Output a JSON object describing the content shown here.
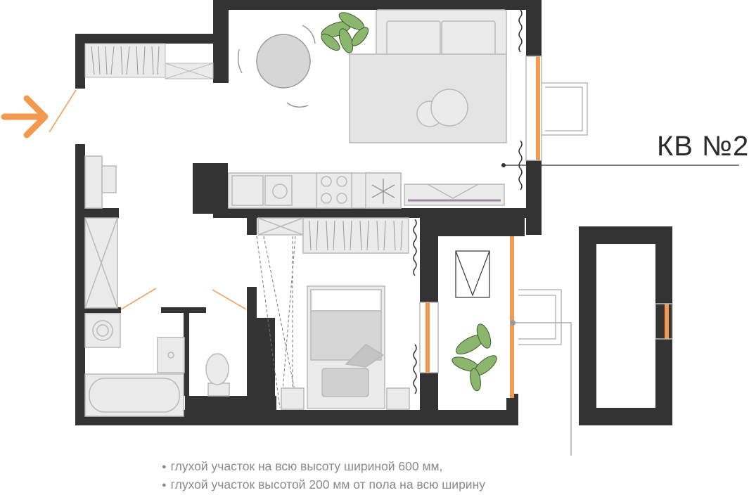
{
  "apartment": {
    "label": "КВ №2"
  },
  "notes": [
    "глухой участок на всю высоту шириной 600 мм,",
    "глухой участок высотой 200 мм от пола на всю ширину"
  ],
  "colors": {
    "wall": "#333333",
    "accent": "#f39a4e",
    "furniture_fill": "#ebebeb",
    "furniture_stroke": "#b9b9b9",
    "plant": "#8cb56e",
    "text": "#2b2b2b",
    "note_text": "#8a8a8a"
  },
  "icons": [
    "entrance-arrow-icon",
    "snowflake-icon",
    "plant-icon"
  ]
}
